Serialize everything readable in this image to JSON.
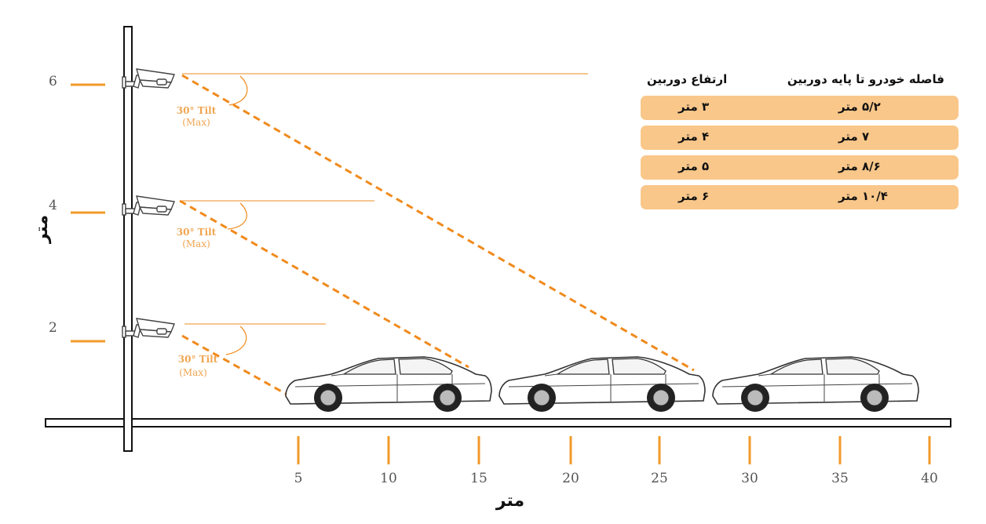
{
  "vertical_axis": {
    "unit_label": "متر",
    "ticks": [
      {
        "label": "6"
      },
      {
        "label": "4"
      },
      {
        "label": "2"
      }
    ]
  },
  "horizontal_axis": {
    "unit_label": "متر",
    "ticks": [
      {
        "label": "5"
      },
      {
        "label": "10"
      },
      {
        "label": "15"
      },
      {
        "label": "20"
      },
      {
        "label": "25"
      },
      {
        "label": "30"
      },
      {
        "label": "35"
      },
      {
        "label": "40"
      }
    ]
  },
  "cameras": [
    {
      "tilt_label": "30° Tilt",
      "tilt_sub": "(Max)"
    },
    {
      "tilt_label": "30° Tilt",
      "tilt_sub": "(Max)"
    },
    {
      "tilt_label": "30° Tilt",
      "tilt_sub": "(Max)"
    }
  ],
  "table": {
    "headers": {
      "distance": "فاصله خودرو تا پایه دوربین",
      "height": "ارتفاع دوربین"
    },
    "rows": [
      {
        "distance": "۵/۲ متر",
        "height": "۳ متر"
      },
      {
        "distance": "۷ متر",
        "height": "۴ متر"
      },
      {
        "distance": "۸/۶ متر",
        "height": "۵ متر"
      },
      {
        "distance": "۱۰/۴ متر",
        "height": "۶ متر"
      }
    ]
  },
  "colors": {
    "accent": "#f08a1c",
    "row_fill": "#f9c78a"
  },
  "icons": [
    "cctv-camera-icon",
    "car-icon"
  ]
}
